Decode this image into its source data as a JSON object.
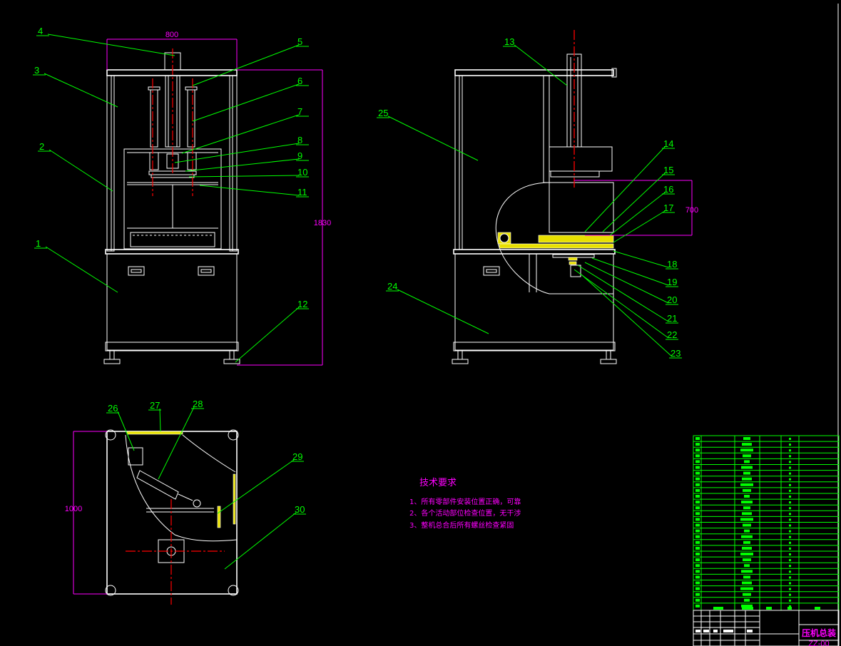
{
  "drawing": {
    "callouts": [
      "1",
      "2",
      "3",
      "4",
      "5",
      "6",
      "7",
      "8",
      "9",
      "10",
      "11",
      "12",
      "13",
      "14",
      "15",
      "16",
      "17",
      "18",
      "19",
      "20",
      "21",
      "22",
      "23",
      "24",
      "25",
      "26",
      "27",
      "28",
      "29",
      "30"
    ],
    "dimensions": {
      "width_front": "800",
      "height_total": "1830",
      "stroke": "700",
      "depth": "1000"
    },
    "technical_requirements": {
      "title": "技术要求",
      "items": [
        "1、所有零部件安装位置正确，可靠",
        "2、各个活动部位检查位置，无干涉",
        "3、整机总合后所有螺丝检查紧固"
      ]
    },
    "title_block": {
      "name": "压机总装",
      "code": "ZZ-00"
    },
    "colors": {
      "background": "#000000",
      "leader": "#00ff00",
      "dimension": "#ff00ff",
      "centerline": "#ff0000",
      "hatch": "#e8e000",
      "geometry": "#ffffff"
    }
  }
}
